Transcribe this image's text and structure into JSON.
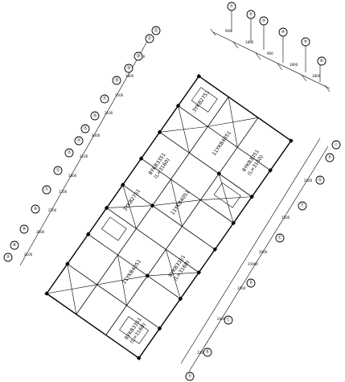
{
  "bubbles_right_top": [
    "①",
    "②",
    "③",
    "④",
    "⑤",
    "⑥"
  ],
  "bubbles_left": [
    "⑦",
    "⑧",
    "⑨",
    "⑩",
    "⑪",
    "⑫",
    "⑬",
    "⑭",
    "⑮",
    "⑯",
    "⑰",
    "⑱",
    "⑲",
    "⑳",
    "㉑",
    "㉒"
  ],
  "bubbles_right_bottom": [
    "Ⓐ",
    "Ⓑ",
    "Ⓒ",
    "Ⓓ",
    "Ⓔ",
    "Ⓕ",
    "Ⓖ",
    "Ⓗ",
    "Ⓘ"
  ],
  "dims_top": [
    "900",
    "1800",
    "900",
    "1800",
    "1800"
  ],
  "dims_left": [
    "2100",
    "3000",
    "2100",
    "1200",
    "1800",
    "2100",
    "3000",
    "2100",
    "1500",
    "1800",
    "2700"
  ],
  "dims_right": [
    "1200",
    "2400",
    "1500",
    "3000",
    "1500",
    "2400"
  ],
  "overall_dim": "15900",
  "labels": {
    "panel_a": "8YKB3351",
    "panel_b": "11YKB4051",
    "span": "(L=3160)",
    "beam": "3YKB2751"
  }
}
